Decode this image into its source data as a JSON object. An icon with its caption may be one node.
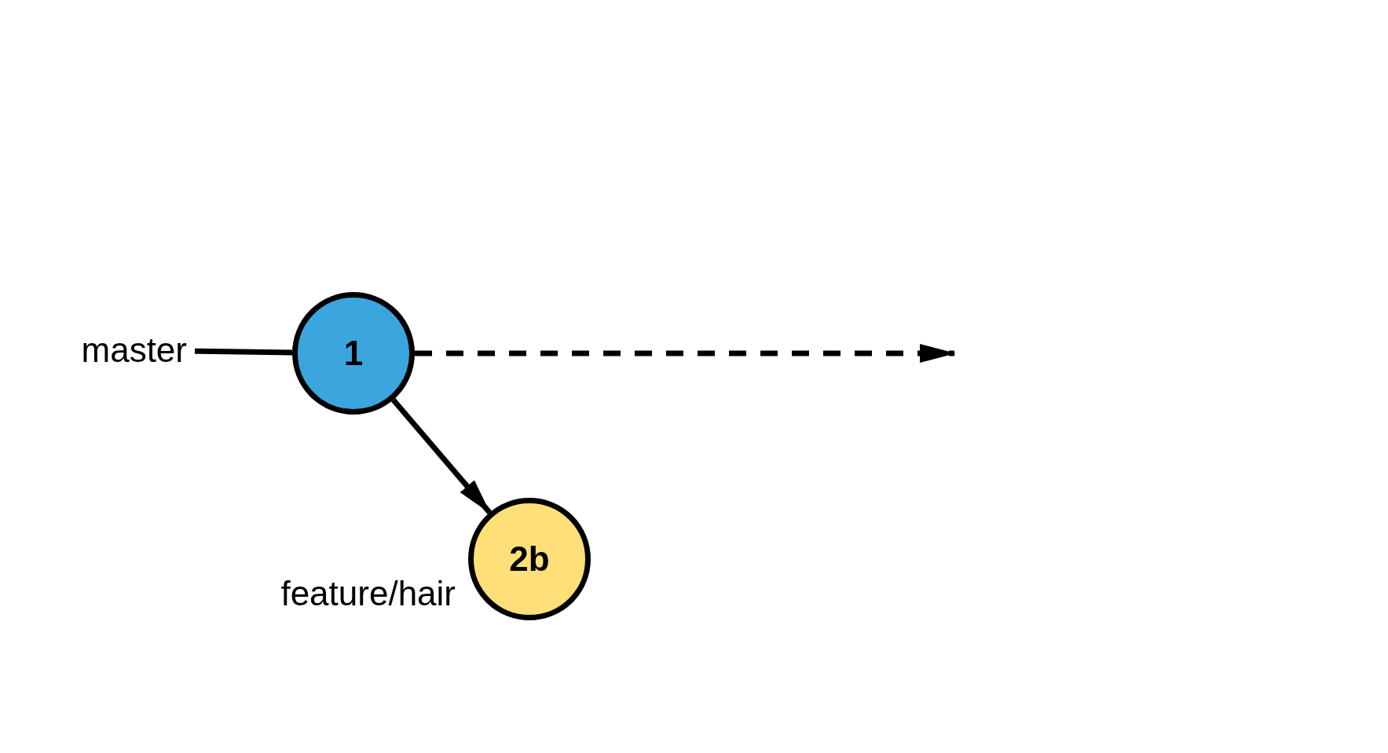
{
  "diagram": {
    "nodes": [
      {
        "text": [
          "master"
        ]
      },
      {
        "text": [
          "1"
        ]
      },
      {
        "text": [
          "2b"
        ],
        "beside": [
          "feature/hair"
        ]
      }
    ],
    "edges": [
      {
        "from": 0,
        "to": 1,
        "arrow": "none"
      },
      {
        "from": 1,
        "to": null,
        "arrow": "to",
        "style": "dashed"
      },
      {
        "from": 1,
        "to": 2,
        "arrow": "to"
      }
    ]
  }
}
